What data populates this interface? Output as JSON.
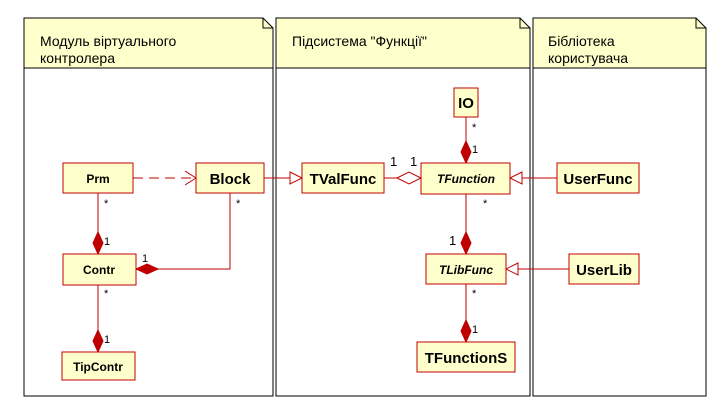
{
  "packages": {
    "virtual_controller": {
      "title_lines": [
        "Модуль віртуального",
        "контролера"
      ]
    },
    "functions": {
      "title_lines": [
        "Підсистема \"Функції\""
      ]
    },
    "user_library": {
      "title_lines": [
        "Бібліотека",
        "користувача"
      ]
    }
  },
  "classes": {
    "prm": {
      "label": "Prm",
      "italic": false
    },
    "block": {
      "label": "Block",
      "italic": false
    },
    "contr": {
      "label": "Contr",
      "italic": false
    },
    "tipcontr": {
      "label": "TipContr",
      "italic": false
    },
    "tvalfunc": {
      "label": "TValFunc",
      "italic": false
    },
    "io": {
      "label": "IO",
      "italic": false
    },
    "tfunction": {
      "label": "TFunction",
      "italic": true
    },
    "tlibfunc": {
      "label": "TLibFunc",
      "italic": true
    },
    "tfunctions": {
      "label": "TFunctionS",
      "italic": false
    },
    "userfunc": {
      "label": "UserFunc",
      "italic": false
    },
    "userlib": {
      "label": "UserLib",
      "italic": false
    }
  },
  "multiplicities": {
    "prm_contr_many": "*",
    "prm_contr_one": "1",
    "block_contr_many": "*",
    "block_contr_one": "1",
    "contr_tip_many": "*",
    "contr_tip_one": "1",
    "tval_tfunc_left": "1",
    "tval_tfunc_right": "1",
    "io_tfunc_many": "*",
    "io_tfunc_one": "1",
    "tfunc_tlib_many": "*",
    "tfunc_tlib_one": "1",
    "tlib_tfs_many": "*",
    "tlib_tfs_one": "1"
  },
  "colors": {
    "line": "#c00000",
    "box_fill": "#ffffcc",
    "package_header": "#ffffcc"
  }
}
